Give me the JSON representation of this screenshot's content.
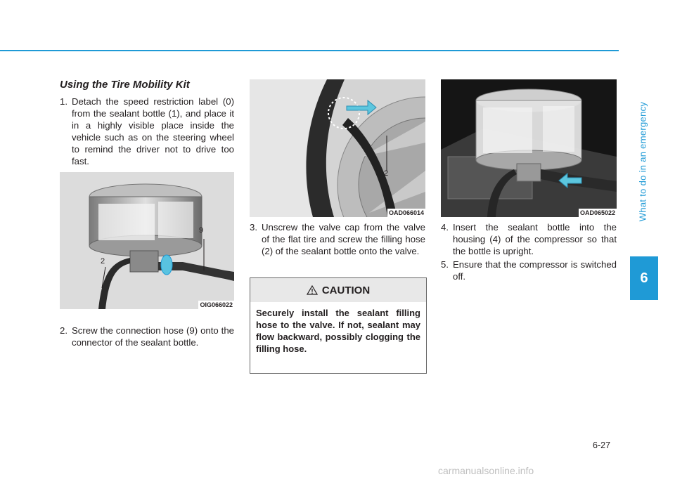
{
  "section": {
    "title": "Using the Tire Mobility Kit"
  },
  "steps": [
    {
      "num": "1.",
      "text": "Detach the speed restriction label (0) from the sealant bottle (1), and place it in a highly visible place inside the vehicle such as on the steering wheel to remind the driver not to drive too fast."
    },
    {
      "num": "2.",
      "text": "Screw the connection hose (9) onto the connector of the sealant bottle."
    },
    {
      "num": "3.",
      "text": "Unscrew the valve cap from the valve of the flat tire and screw the filling hose (2) of the sealant bottle onto the valve."
    },
    {
      "num": "4.",
      "text": "Insert the sealant bottle into the housing (4) of the compressor so that the bottle is upright."
    },
    {
      "num": "5.",
      "text": "Ensure that the compressor is switched off."
    }
  ],
  "figures": [
    {
      "code": "OIG066022",
      "callouts": [
        "2",
        "9"
      ]
    },
    {
      "code": "OAD066014",
      "callouts": [
        "2"
      ]
    },
    {
      "code": "OAD065022",
      "callouts": []
    }
  ],
  "caution": {
    "title": "CAUTION",
    "icon": "warning-triangle-icon",
    "body": "Securely install the sealant filling hose to the valve. If not, sealant may flow backward, possibly clogging the filling hose."
  },
  "sidebar": {
    "chapter_title": "What to do in an emergency",
    "chapter_number": "6"
  },
  "page": {
    "number": "6-27"
  },
  "watermark": "carmanualsonline.info",
  "colors": {
    "accent": "#1f9ad6",
    "caution_header": "#e8e8e8",
    "text": "#231f20"
  }
}
